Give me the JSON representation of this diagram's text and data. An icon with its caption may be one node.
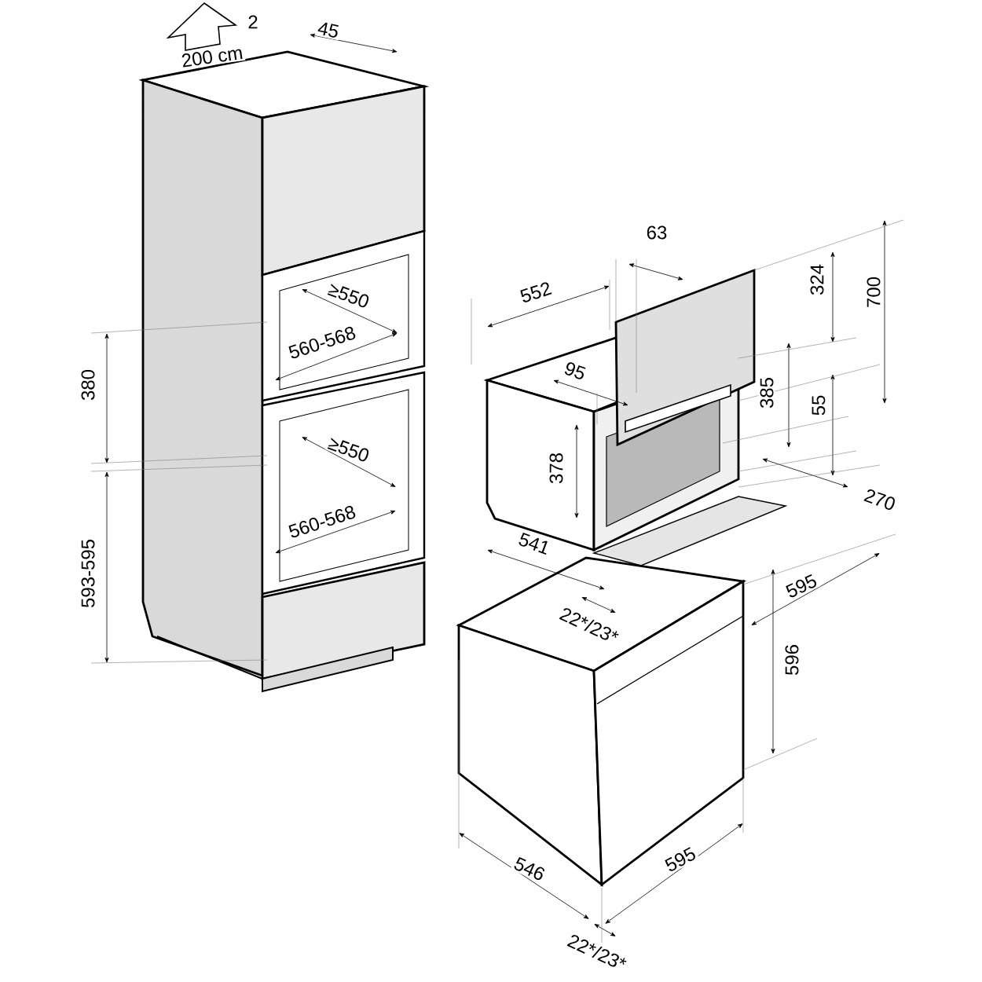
{
  "diagram": {
    "labels": [
      "2",
      "200 cm",
      "45",
      "≥550",
      "560-568",
      "≥550",
      "560-568",
      "380",
      "593-595",
      "63",
      "552",
      "324",
      "700",
      "95",
      "385",
      "55",
      "378",
      "270",
      "541",
      "595",
      "22*/23*",
      "596",
      "546",
      "595",
      "22*/23*"
    ]
  }
}
